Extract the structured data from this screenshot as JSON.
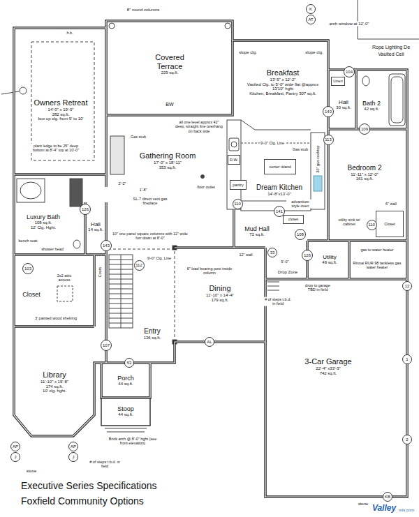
{
  "diagram": {
    "title": "Executive Series Specifications",
    "caption": "Foxfield Community Options",
    "nodes": [
      {
        "text": [
          "Owners Retreat",
          "14'-0\" x 19'-0\"",
          "282 sq.ft.",
          "box up clg. from 9' to 10'"
        ]
      },
      {
        "text": [
          "Covered Terrace",
          "229 sq.ft."
        ]
      },
      {
        "text": [
          "Breakfast",
          "13'-5\" x 12'-2\"",
          "Vaulted Clg. to 5'-0\" wide flat @approx 13'10\" hght",
          "Kitchen, Breakfast, Pantry 307 sq.ft."
        ]
      },
      {
        "text": [
          "Hall",
          "30 sq.ft."
        ]
      },
      {
        "text": [
          "Linen"
        ],
        "in": 3
      },
      {
        "text": [
          "Bath 2",
          "42 sq.ft."
        ]
      },
      {
        "text": [
          "Bedroom 2",
          "11'-11\" x 12'-0\"",
          "161 sq.ft."
        ]
      },
      {
        "text": [
          "Closet"
        ],
        "in": 6
      },
      {
        "text": [
          "Gathering Room",
          "17'-0\" x 18'-11\"",
          "353 sq.ft."
        ]
      },
      {
        "text": [
          "Dream Kitchen",
          "14'-8\"x13'-0\""
        ]
      },
      {
        "text": [
          "center island"
        ],
        "in": 9
      },
      {
        "text": [
          "D.W."
        ],
        "in": 9
      },
      {
        "text": [
          "pantry"
        ],
        "in": 9
      },
      {
        "text": [
          "Luxury Bath",
          "108 sq.ft.",
          "12' Clg. Hght."
        ]
      },
      {
        "text": [
          "Hall",
          "14 sq.ft."
        ]
      },
      {
        "text": [
          "Closet"
        ]
      },
      {
        "text": [
          "Mud Hall",
          "72 sq.ft."
        ]
      },
      {
        "text": [
          "closet"
        ],
        "in": 16
      },
      {
        "text": [
          "Utility",
          "49 sq.ft."
        ]
      },
      {
        "text": [
          "Dining",
          "11'-10\" x 14'-4\"",
          "179 sq.ft."
        ]
      },
      {
        "text": [
          "Entry",
          "136 sq.ft."
        ]
      },
      {
        "text": [
          "Library",
          "11'-10\" x 15'-8\"",
          "174 sq.ft.",
          "10' clg. hght."
        ]
      },
      {
        "text": [
          "Porch",
          "44 sq.ft."
        ]
      },
      {
        "text": [
          "Stoop",
          "44 sq.ft."
        ]
      },
      {
        "text": [
          "3-Car Garage",
          "22'-4\" x33'-3\"",
          "742 sq.ft."
        ]
      },
      {
        "text": [
          "104"
        ]
      },
      {
        "text": [
          "143"
        ]
      },
      {
        "text": [
          "113"
        ]
      },
      {
        "text": [
          "109"
        ]
      },
      {
        "text": [
          "110"
        ]
      },
      {
        "text": [
          "141"
        ]
      },
      {
        "text": [
          "110"
        ]
      },
      {
        "text": [
          "108"
        ]
      },
      {
        "text": [
          "126"
        ]
      },
      {
        "text": [
          "126"
        ]
      },
      {
        "text": [
          "143"
        ]
      },
      {
        "text": [
          "103"
        ]
      },
      {
        "text": [
          "112"
        ]
      },
      {
        "text": [
          "107"
        ]
      },
      {
        "text": [
          "53"
        ]
      },
      {
        "text": [
          "33"
        ]
      },
      {
        "text": [
          "12"
        ]
      },
      {
        "text": [
          "1"
        ]
      },
      {
        "text": [
          "2"
        ]
      },
      {
        "text": [
          "K"
        ]
      },
      {
        "text": [
          "AT"
        ]
      },
      {
        "text": [
          "AL"
        ]
      },
      {
        "text": [
          "AP"
        ]
      },
      {
        "text": [
          "J"
        ]
      },
      {
        "text": [
          "AP"
        ]
      },
      {
        "text": [
          "J"
        ]
      },
      {
        "text": [
          "KB"
        ]
      }
    ],
    "labels": [
      "8\" round columns",
      "arch window at 12'-0\"",
      "Rope Lighting De",
      "Vaulted Ceil",
      "h.b.",
      "plant ledge to be 25\" deep bottom at 8'-4\" top at 10'-0\"",
      "Gas stub",
      "SL-7 direct vent gas fireplace",
      "floor outlet",
      "10\" one panel square columns with 12\" wide furr down at 8'-0\"",
      "2'-2\"",
      "1'-8\"",
      "all one level approx 42\" deep, straight line overhang on back side",
      "slope clg.",
      "slope clg.",
      "9'-0\" Clg. Line",
      "Gas stub",
      "30\" gas cooktop",
      "advantium style oven",
      "6\" wall",
      "utility sink w/ cabinet",
      "gas to water heater",
      "Rinnai RUR 98 tankless gas water heater",
      "12\" wall",
      "6\" load bearing post inside column",
      "9'-0\" Clg. Line",
      "5'-0\"",
      "Drop Zone",
      "drop to garage TBD in field",
      "# of steps t.b.d. in field",
      "bench seat",
      "shower head",
      "Coats",
      "2x2 attic access",
      "3' painted wood shelving",
      "BW",
      "stone",
      "stone",
      "Brick arch @ 8'-0\" hght (see front elevation)",
      "# of steps t.b.d. in field",
      "Valley",
      "mls.com"
    ]
  }
}
